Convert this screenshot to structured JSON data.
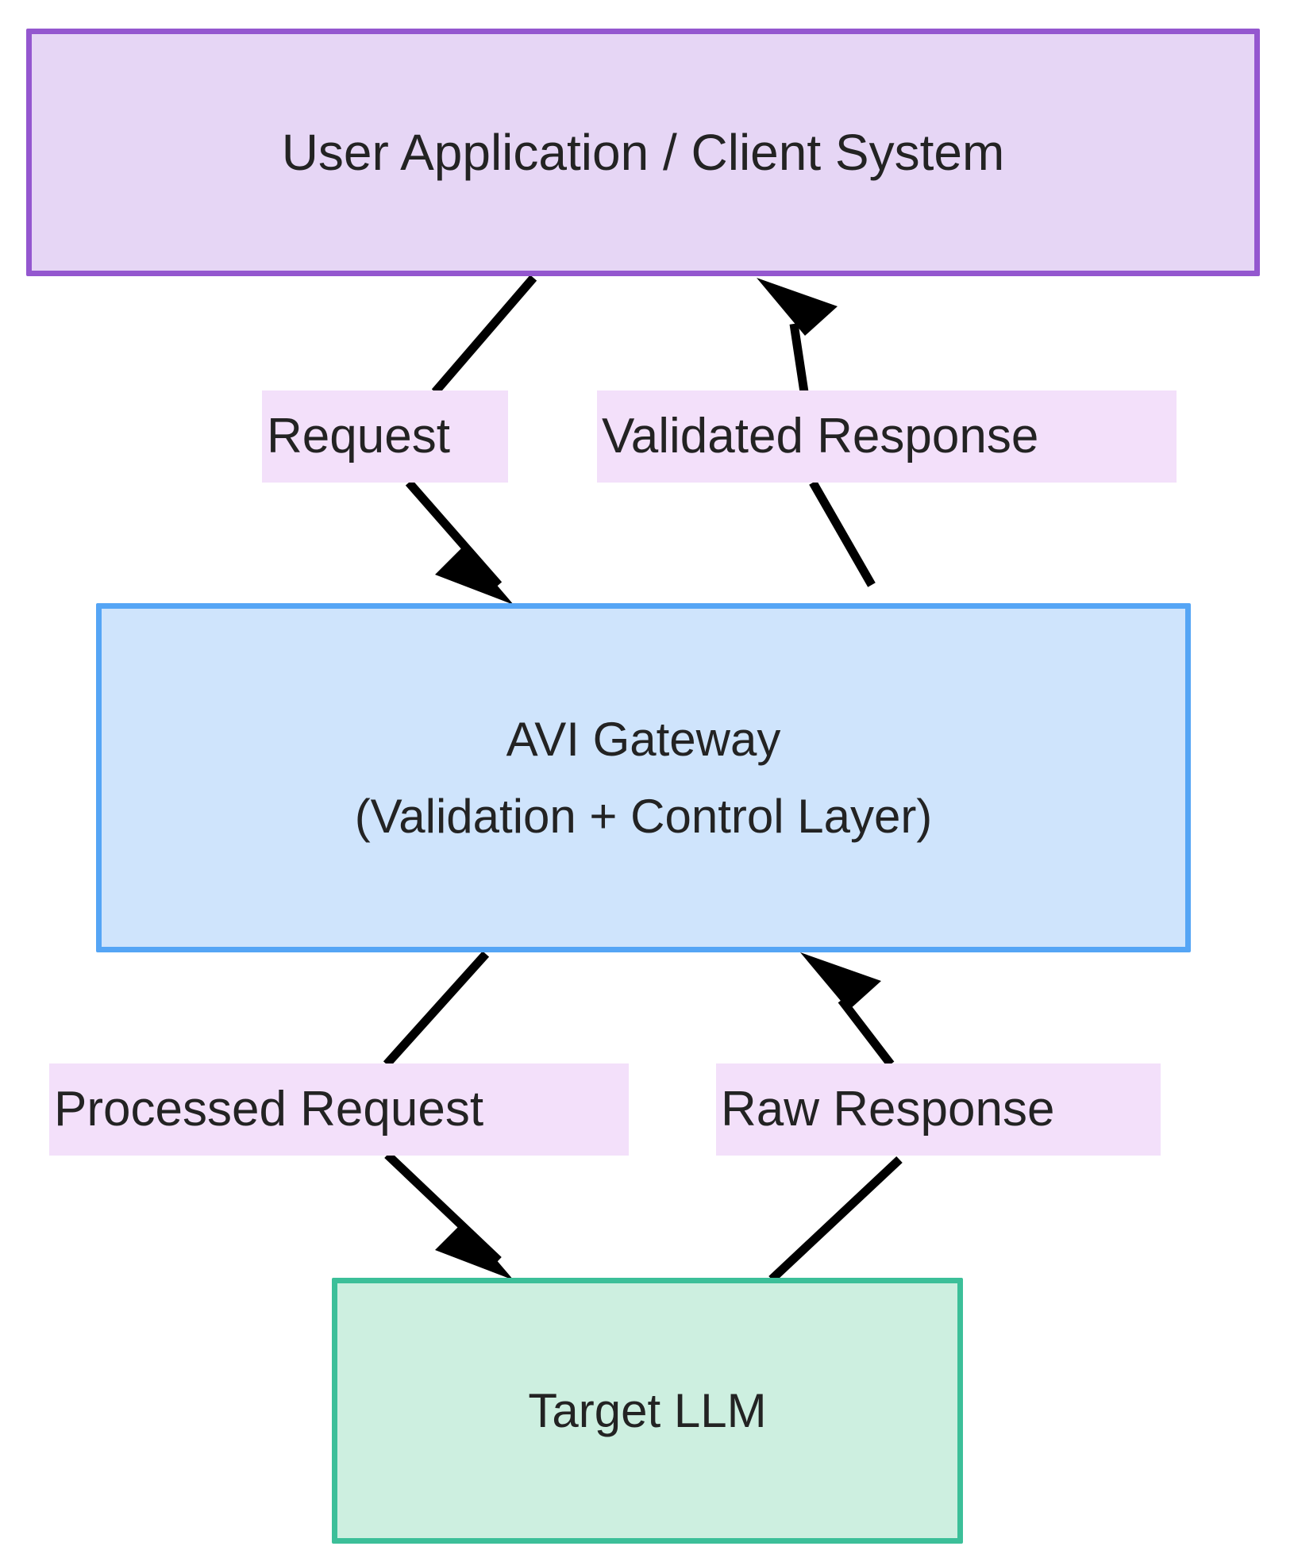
{
  "diagram": {
    "type": "flowchart",
    "direction": "top-to-bottom",
    "background_color": "#ffffff",
    "nodes": [
      {
        "id": "client",
        "label": "User Application / Client System",
        "fill_color": "#e6d6f5",
        "border_color": "#9457cf",
        "text_color": "#232323"
      },
      {
        "id": "gateway",
        "label_line1": "AVI Gateway",
        "label_line2": "(Validation + Control Layer)",
        "fill_color": "#cfe4fc",
        "border_color": "#55a5f5",
        "text_color": "#232323"
      },
      {
        "id": "llm",
        "label": "Target LLM",
        "fill_color": "#cdefe0",
        "border_color": "#3cbf99",
        "text_color": "#232323"
      }
    ],
    "edges": [
      {
        "id": "request",
        "label": "Request",
        "from": "client",
        "to": "gateway",
        "arrow_color": "#000000",
        "label_bg_color": "#f3e0fa"
      },
      {
        "id": "validated-response",
        "label": "Validated Response",
        "from": "gateway",
        "to": "client",
        "arrow_color": "#000000",
        "label_bg_color": "#f3e0fa"
      },
      {
        "id": "processed-request",
        "label": "Processed Request",
        "from": "gateway",
        "to": "llm",
        "arrow_color": "#000000",
        "label_bg_color": "#f3e0fa"
      },
      {
        "id": "raw-response",
        "label": "Raw Response",
        "from": "llm",
        "to": "gateway",
        "arrow_color": "#000000",
        "label_bg_color": "#f3e0fa"
      }
    ]
  }
}
